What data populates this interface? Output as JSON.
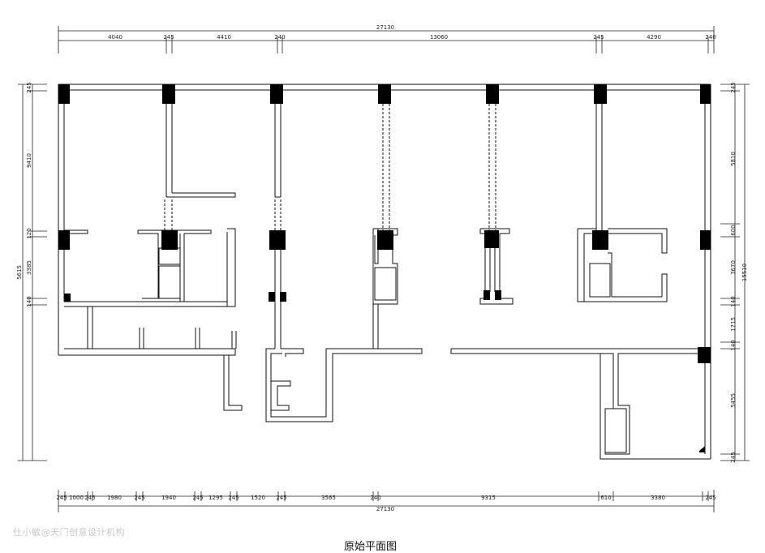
{
  "drawing": {
    "caption": "原始平面图",
    "watermark": "仕小敏@天门创意设计机构"
  },
  "dimensions": {
    "top_total": "27130",
    "top": [
      "4040",
      "245",
      "4410",
      "240",
      "13060",
      "245",
      "4290",
      "240"
    ],
    "bottom_total": "27130",
    "bottom": [
      "245",
      "1000",
      "245",
      "1980",
      "245",
      "1940",
      "245",
      "1295",
      "245",
      "1520",
      "245",
      "3565",
      "240",
      "9315",
      "610",
      "3380",
      "245"
    ],
    "left_total": "5615",
    "left": [
      "245",
      "9410",
      "120",
      "3385",
      "140"
    ],
    "right_total": "15510",
    "right": [
      "245",
      "5810",
      "600",
      "3670",
      "140",
      "1715",
      "140",
      "5455",
      "245"
    ]
  }
}
